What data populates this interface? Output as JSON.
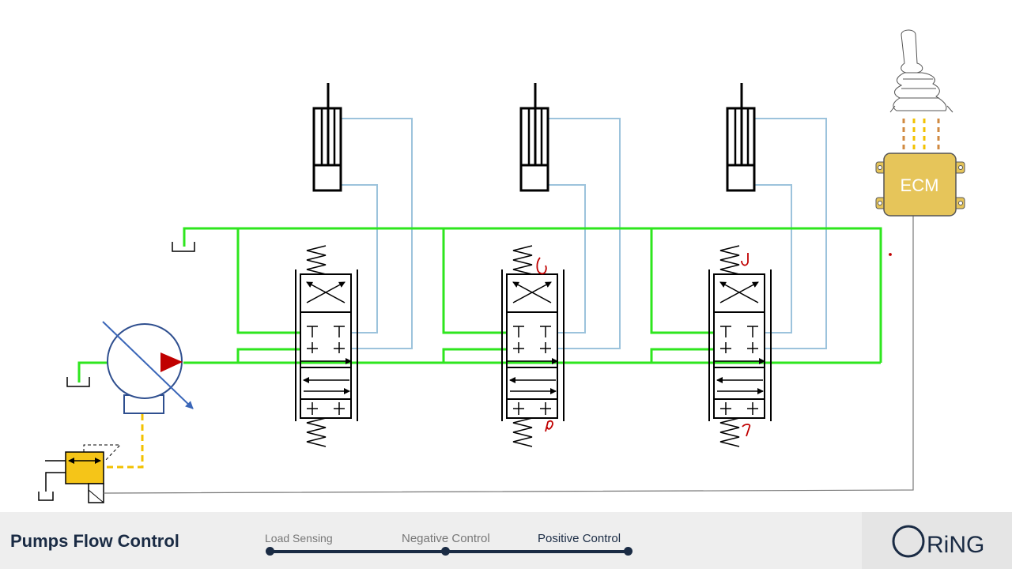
{
  "diagram": {
    "ecm_label": "ECM",
    "colors": {
      "pressure_line": "#2ee61e",
      "cylinder_line": "#9cc3dc",
      "signal_line": "#777777",
      "pilot_line": "#f2c100",
      "ecm_fill": "#e6c55a",
      "pump_arrow": "#c00000",
      "annotation": "#c00000"
    }
  },
  "footer": {
    "title": "Pumps Flow Control",
    "steps": [
      {
        "label": "Load Sensing",
        "state": "done"
      },
      {
        "label": "Negative Control",
        "state": "done"
      },
      {
        "label": "Positive Control",
        "state": "current"
      }
    ],
    "logo_text": "RiNG"
  }
}
